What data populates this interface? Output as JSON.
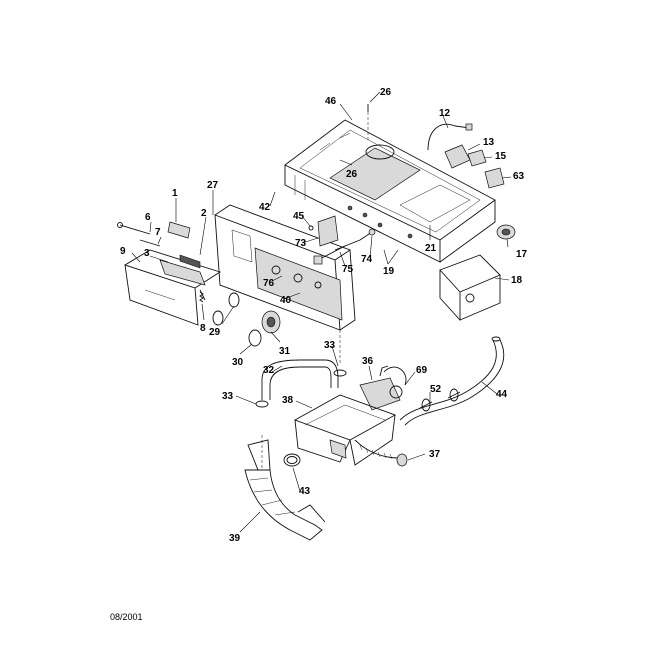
{
  "diagram": {
    "labels": {
      "l1": "1",
      "l2": "2",
      "l3": "3",
      "l6": "6",
      "l7": "7",
      "l8": "8",
      "l9": "9",
      "l12": "12",
      "l13": "13",
      "l15": "15",
      "l17": "17",
      "l18": "18",
      "l19": "19",
      "l21": "21",
      "l26a": "26",
      "l26b": "26",
      "l27": "27",
      "l29": "29",
      "l30": "30",
      "l31": "31",
      "l32": "32",
      "l33a": "33",
      "l33b": "33",
      "l36": "36",
      "l37": "37",
      "l38": "38",
      "l39": "39",
      "l40": "40",
      "l42": "42",
      "l43": "43",
      "l44": "44",
      "l45": "45",
      "l46": "46",
      "l52": "52",
      "l63": "63",
      "l69": "69",
      "l73": "73",
      "l74": "74",
      "l75": "75",
      "l76": "76"
    },
    "footer_date": "08/2001"
  }
}
